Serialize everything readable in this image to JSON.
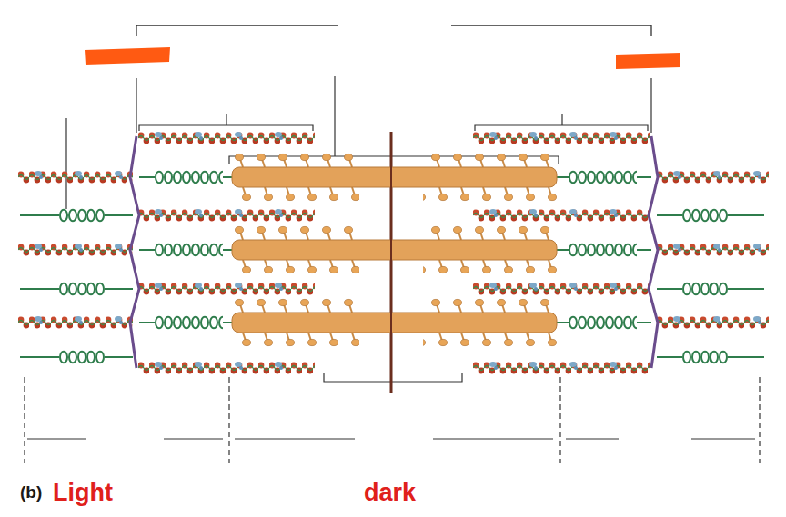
{
  "diagram": {
    "labels": [
      "(b)",
      "Light",
      "dark"
    ]
  }
}
